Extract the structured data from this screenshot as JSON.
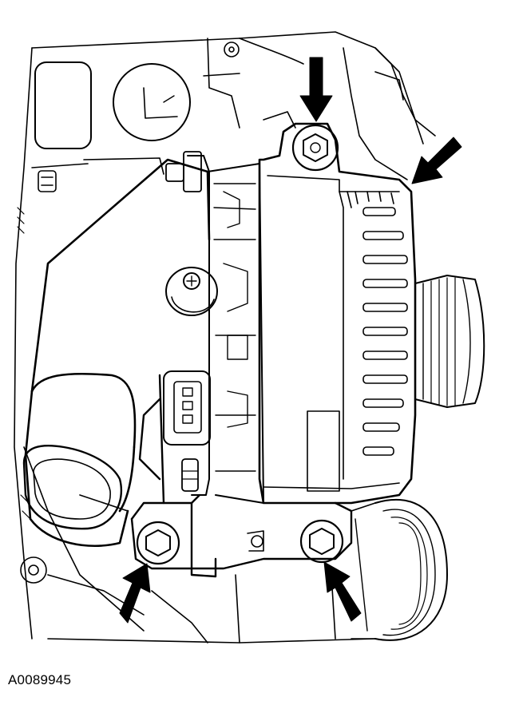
{
  "figure": {
    "id": "A0089945"
  },
  "colors": {
    "line": "#000000",
    "background": "#ffffff",
    "arrow_fill": "#000000"
  },
  "callouts": {
    "arrows": [
      {
        "points_to": "alternator-upper-mounting-bolt"
      },
      {
        "points_to": "alternator-housing-rear"
      },
      {
        "points_to": "alternator-lower-left-bolt"
      },
      {
        "points_to": "alternator-lower-right-bolt"
      }
    ]
  }
}
